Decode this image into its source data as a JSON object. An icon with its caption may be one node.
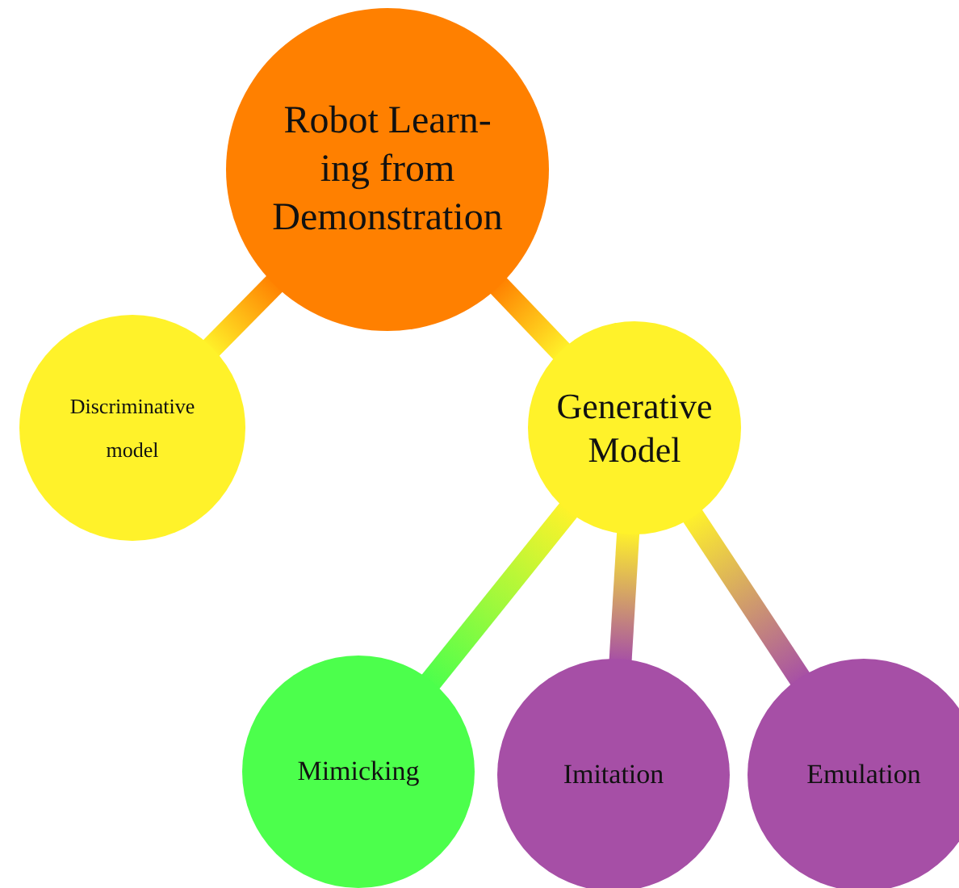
{
  "diagram": {
    "nodes": [
      {
        "text": [
          "Robot Learn-ing from Demonstration"
        ]
      },
      {
        "text": [
          "Discriminative model"
        ]
      },
      {
        "text": [
          "Generative Model"
        ]
      },
      {
        "text": [
          "Mimicking"
        ]
      },
      {
        "text": [
          "Imitation"
        ]
      },
      {
        "text": [
          "Emulation"
        ]
      }
    ],
    "edges": [
      {
        "from": 0,
        "to": 1,
        "arrow": "none"
      },
      {
        "from": 0,
        "to": 2,
        "arrow": "none"
      },
      {
        "from": 2,
        "to": 3,
        "arrow": "none"
      },
      {
        "from": 2,
        "to": 4,
        "arrow": "none"
      },
      {
        "from": 2,
        "to": 5,
        "arrow": "none"
      }
    ]
  }
}
